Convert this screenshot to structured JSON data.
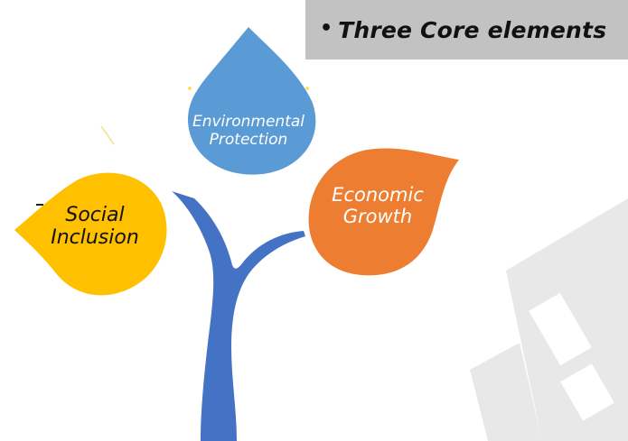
{
  "title": {
    "bullet": "•",
    "text": "Three Core elements"
  },
  "elements": {
    "environmental": {
      "line1": "Environmental",
      "line2": "Protection",
      "color": "#5b9bd5"
    },
    "economic": {
      "line1": "Economic",
      "line2": "Growth",
      "color": "#ed7d31"
    },
    "social": {
      "line1": "Social",
      "line2": "Inclusion",
      "color": "#ffc000"
    }
  },
  "colors": {
    "tree": "#4472c4",
    "title_box": "#c2c2c2",
    "watermark": "#e6e6e6"
  }
}
